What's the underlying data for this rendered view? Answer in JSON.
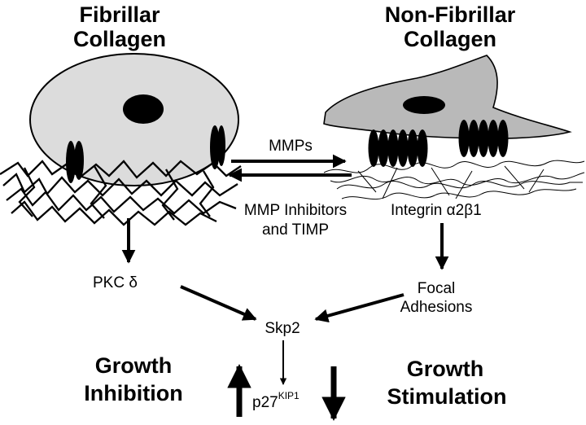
{
  "left_panel": {
    "title_line1": "Fibrillar",
    "title_line2": "Collagen"
  },
  "right_panel": {
    "title_line1": "Non-Fibrillar",
    "title_line2": "Collagen"
  },
  "center": {
    "forward_label": "MMPs",
    "reverse_label_line1": "MMP Inhibitors",
    "reverse_label_line2": "and TIMP"
  },
  "pathway": {
    "integrin_prefix": "Integrin ",
    "integrin_greek": "α2β1",
    "pkc_prefix": "PKC ",
    "pkc_greek": "δ",
    "focal_line1": "Focal",
    "focal_line2": "Adhesions",
    "skp2": "Skp2",
    "p27_base": "p27",
    "p27_sup": "KIP1"
  },
  "outcomes": {
    "left_line1": "Growth",
    "left_line2": "Inhibition",
    "right_line1": "Growth",
    "right_line2": "Stimulation"
  },
  "colors": {
    "cell_fill": "#dcdcdc",
    "flat_cell_fill": "#b9b9b9",
    "ink": "#000000"
  }
}
